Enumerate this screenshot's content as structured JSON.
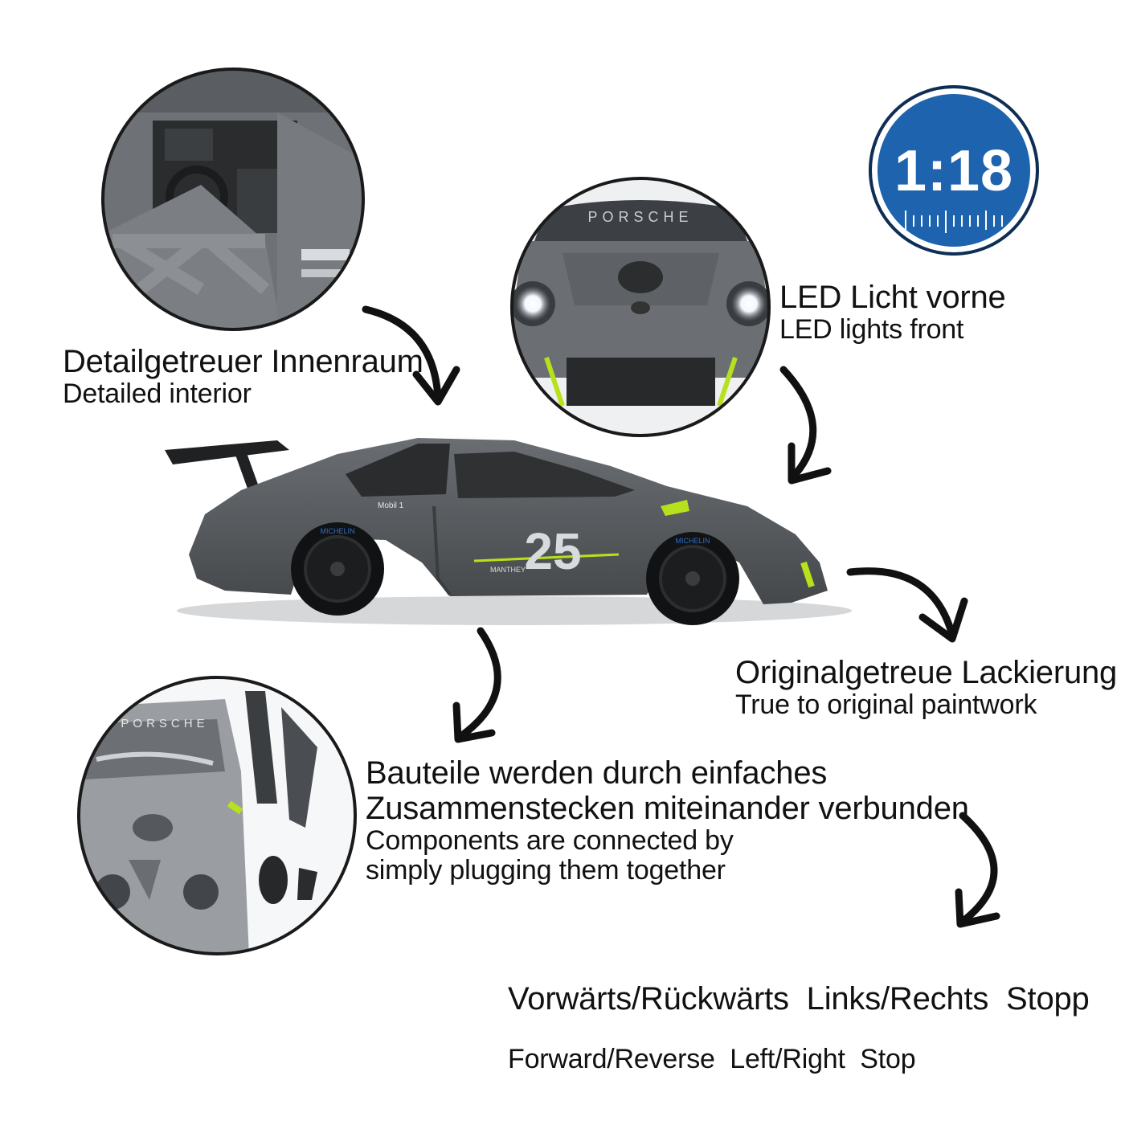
{
  "scale_badge": {
    "text": "1:18",
    "color": "#1d63ad"
  },
  "interior": {
    "de": "Detailgetreuer Innenraum",
    "en": "Detailed interior"
  },
  "led": {
    "de": "LED Licht vorne",
    "en": "LED lights front"
  },
  "paint": {
    "de": "Originalgetreue Lackierung",
    "en": "True to original paintwork"
  },
  "parts": {
    "de_line1": "Bauteile werden durch einfaches",
    "de_line2": "Zusammenstecken miteinander verbunden",
    "en_line1": "Components are connected by",
    "en_line2": "simply plugging them together"
  },
  "drive": {
    "de": "Vorwärts/Rückwärts  Links/Rechts  Stopp",
    "en": "Forward/Reverse  Left/Right  Stop"
  },
  "car": {
    "body_color": "#5b5f63",
    "accent_color": "#b7e11c",
    "start_number": "25",
    "windshield_text": "PORSCHE",
    "sponsor_text": "Mobil 1",
    "tire_text": "MICHELIN",
    "team_text": "MANTHEY"
  },
  "icons": [
    "curved-arrow-icon"
  ]
}
